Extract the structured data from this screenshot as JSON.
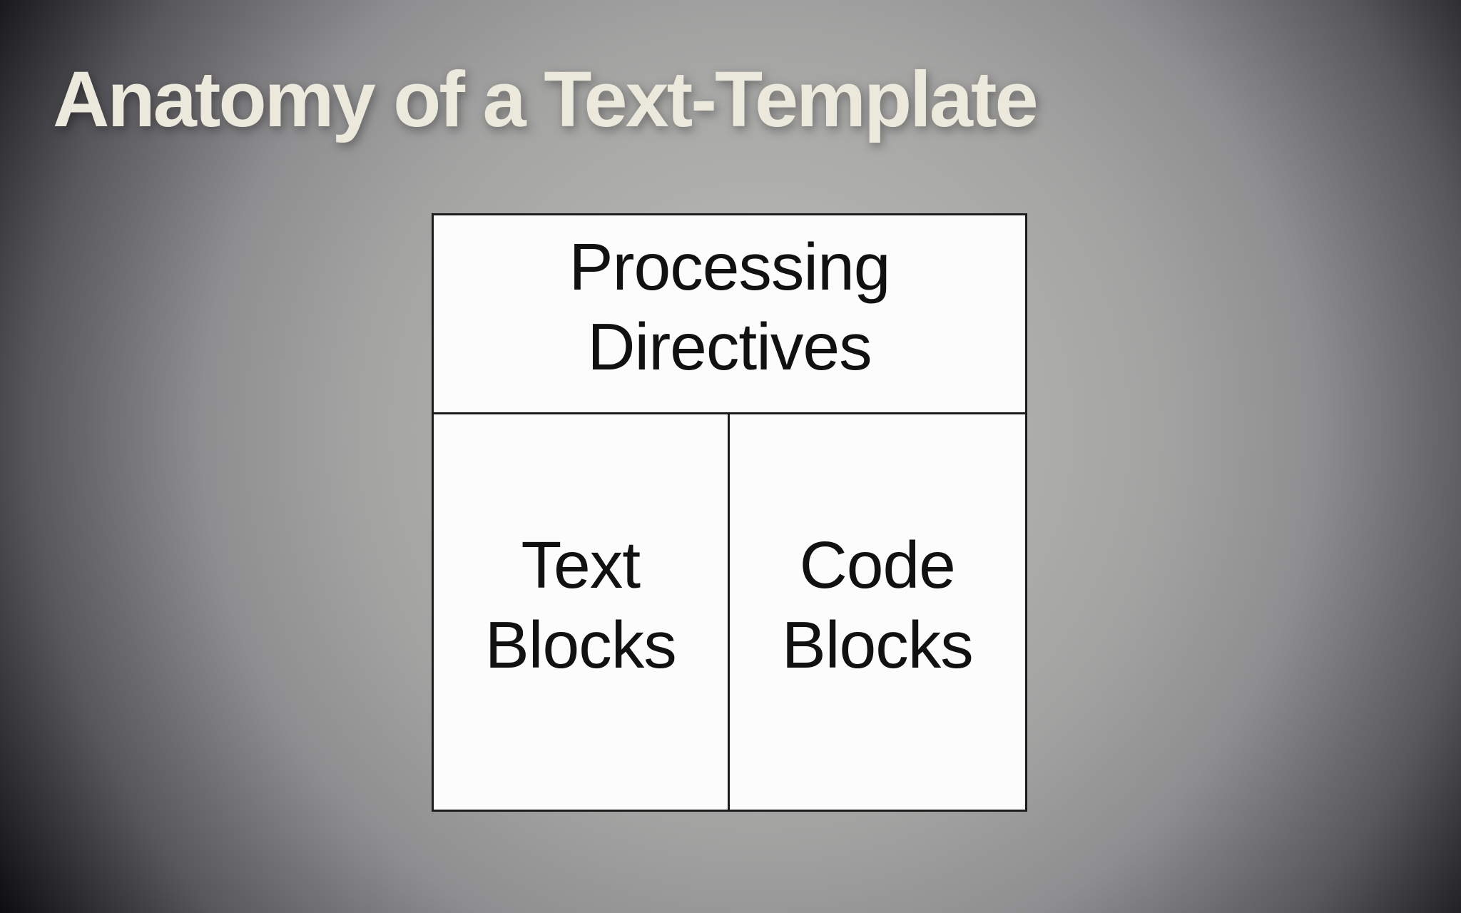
{
  "slide": {
    "title": "Anatomy of a Text-Template"
  },
  "diagram": {
    "cells": [
      {
        "id": "processing-directives",
        "label": "Processing Directives"
      },
      {
        "id": "text-blocks",
        "label": "Text Blocks"
      },
      {
        "id": "code-blocks",
        "label": "Code Blocks"
      }
    ]
  },
  "colors": {
    "title_color": "#eae9db",
    "bg_center": "#bcbcb8",
    "bg_edge": "#0e0e10",
    "box_fill": "#fcfcfc",
    "line": "#1c1c1c",
    "label_color": "#111111"
  }
}
